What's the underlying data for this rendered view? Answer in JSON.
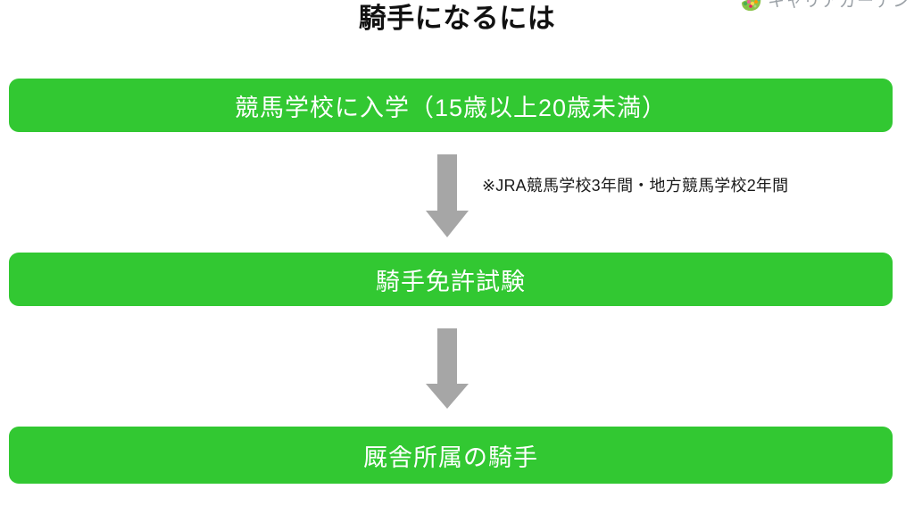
{
  "logo": {
    "mark_icon": "garden-leaf-icon",
    "text": "キャリアガーデン",
    "mark_colors": [
      "#7ac943",
      "#4caf50",
      "#f06292",
      "#ffd54f",
      "#ff9800",
      "#8bc34a",
      "#e91e63"
    ],
    "text_color": "#9aa0a6"
  },
  "title": "騎手になるには",
  "colors": {
    "box_green": "#32c832",
    "arrow_gray": "#a6a6a6",
    "title_black": "#111111",
    "note_text": "#1a1a1a",
    "background": "#ffffff"
  },
  "flow": {
    "steps": [
      {
        "label": "競馬学校に入学（15歳以上20歳未満）"
      },
      {
        "label": "騎手免許試験"
      },
      {
        "label": "厩舎所属の騎手"
      }
    ],
    "arrows": [
      {
        "icon": "down-arrow-icon",
        "note": "※JRA競馬学校3年間・地方競馬学校2年間"
      },
      {
        "icon": "down-arrow-icon",
        "note": ""
      }
    ]
  }
}
